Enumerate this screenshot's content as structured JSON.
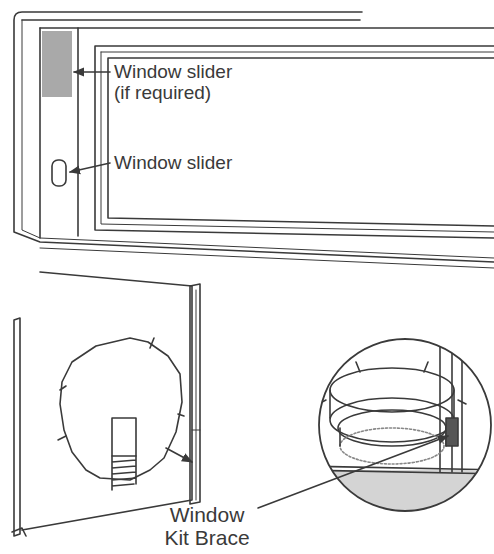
{
  "diagram": {
    "labels": [
      "Window slider (if required)",
      "Window slider",
      "Window Kit Brace"
    ]
  }
}
